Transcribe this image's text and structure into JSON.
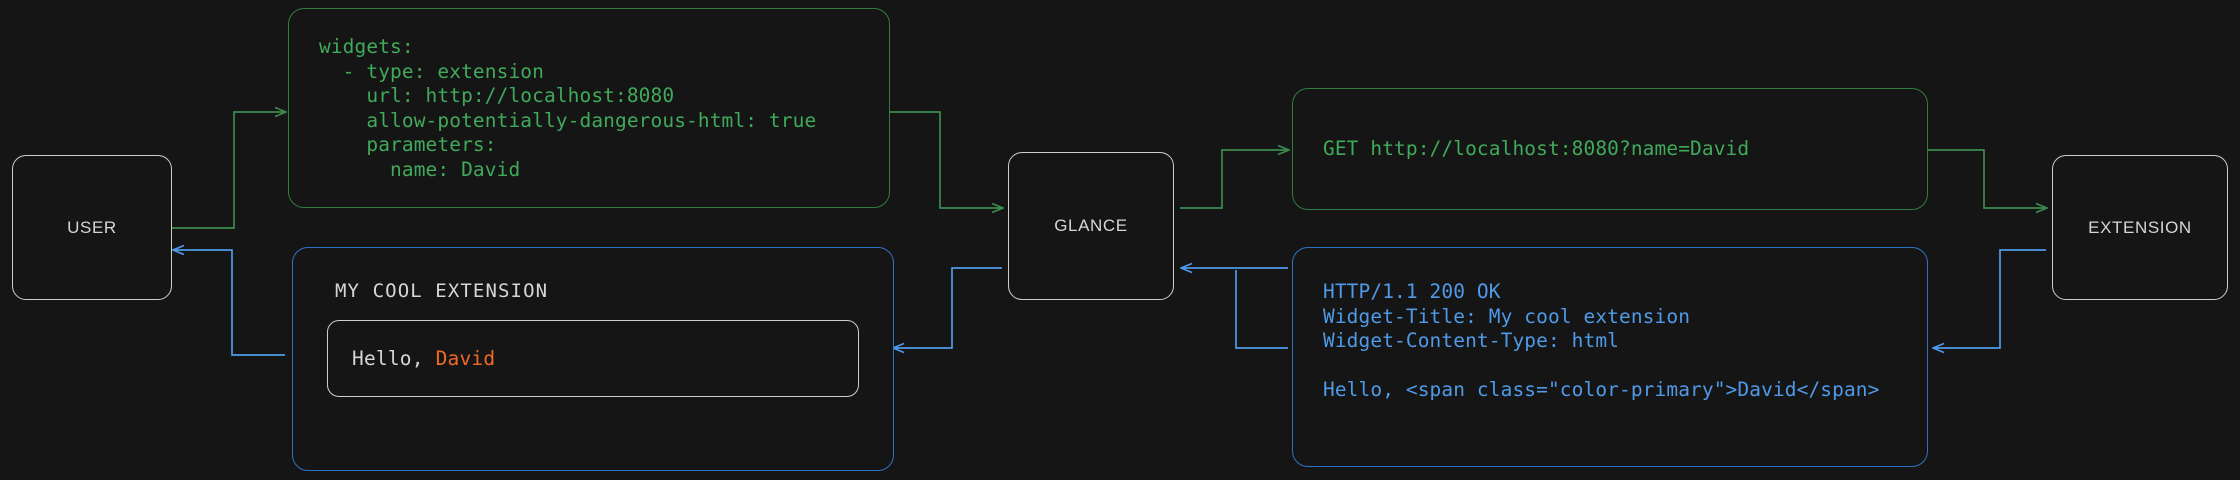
{
  "colors": {
    "background": "#151515",
    "node_border": "#cfcfcf",
    "node_text": "#d6d6d6",
    "request_green": "#3faa5a",
    "request_green_border": "#2f7d40",
    "response_blue": "#4f9ae8",
    "response_blue_border": "#2f72c4",
    "accent_primary": "#f06a25"
  },
  "nodes": {
    "user": {
      "label": "USER"
    },
    "glance": {
      "label": "GLANCE"
    },
    "extension": {
      "label": "EXTENSION"
    }
  },
  "config_block": {
    "kind": "yaml-config",
    "lines": [
      "widgets:",
      "  - type: extension",
      "    url: http://localhost:8080",
      "    allow-potentially-dangerous-html: true",
      "    parameters:",
      "      name: David"
    ],
    "text": "widgets:\n  - type: extension\n    url: http://localhost:8080\n    allow-potentially-dangerous-html: true\n    parameters:\n      name: David"
  },
  "http_request": {
    "kind": "http-request",
    "method": "GET",
    "url": "http://localhost:8080?name=David",
    "text": "GET http://localhost:8080?name=David"
  },
  "http_response": {
    "kind": "http-response",
    "status_line": "HTTP/1.1 200 OK",
    "headers": [
      "Widget-Title: My cool extension",
      "Widget-Content-Type: html"
    ],
    "body": "Hello, <span class=\"color-primary\">David</span>",
    "text": "HTTP/1.1 200 OK\nWidget-Title: My cool extension\nWidget-Content-Type: html\n\nHello, <span class=\"color-primary\">David</span>"
  },
  "rendered_widget": {
    "title": "MY COOL EXTENSION",
    "body_prefix": "Hello, ",
    "body_accent": "David"
  },
  "edges": [
    {
      "from": "user",
      "to": "config_block",
      "direction": "right",
      "color": "#3b8a4e"
    },
    {
      "from": "config_block",
      "to": "glance",
      "direction": "right",
      "color": "#3b8a4e"
    },
    {
      "from": "glance",
      "to": "http_request",
      "direction": "right",
      "color": "#3b8a4e"
    },
    {
      "from": "http_request",
      "to": "extension",
      "direction": "right",
      "color": "#3b8a4e"
    },
    {
      "from": "extension",
      "to": "http_response",
      "direction": "left",
      "color": "#4f9ae8"
    },
    {
      "from": "http_response",
      "to": "glance",
      "direction": "left",
      "color": "#4f9ae8"
    },
    {
      "from": "glance",
      "to": "rendered_widget",
      "direction": "left",
      "color": "#4f9ae8"
    },
    {
      "from": "rendered_widget",
      "to": "user",
      "direction": "left",
      "color": "#4f9ae8"
    }
  ]
}
